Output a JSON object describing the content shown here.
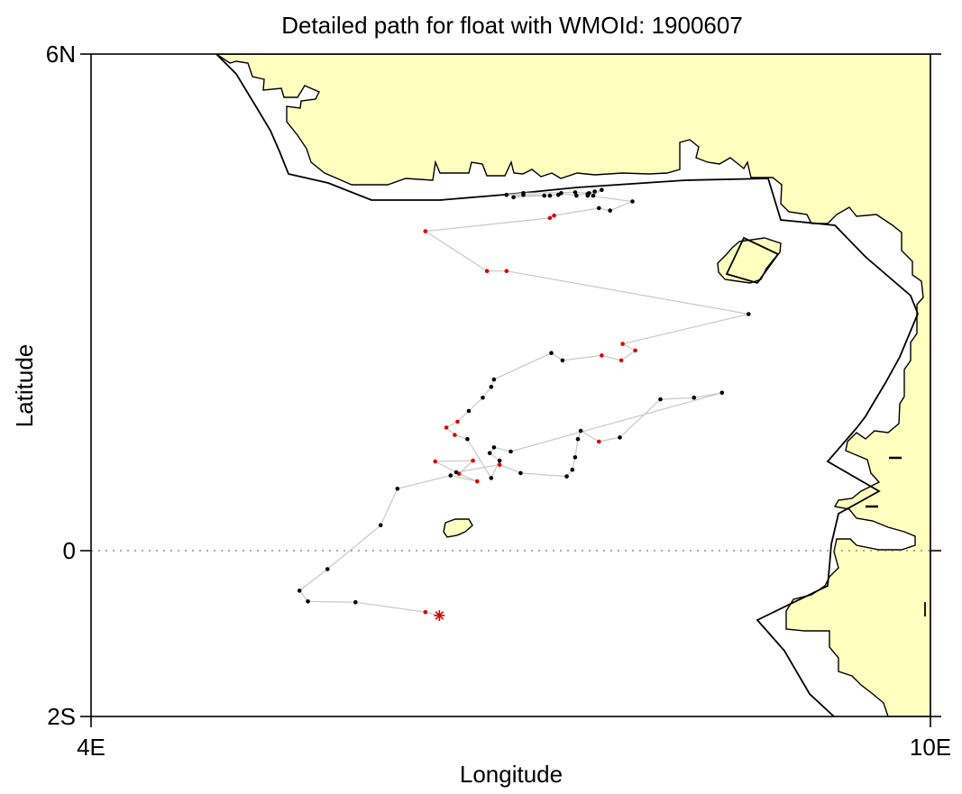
{
  "chart_data": {
    "type": "scatter",
    "title": "Detailed path for float with WMOId: 1900607",
    "xlabel": "Longitude",
    "ylabel": "Latitude",
    "xlim": [
      4,
      10
    ],
    "ylim": [
      -2,
      6
    ],
    "xticks": [
      {
        "value": 4,
        "label": "4E"
      },
      {
        "value": 10,
        "label": "10E"
      }
    ],
    "yticks": [
      {
        "value": 6,
        "label": "6N"
      },
      {
        "value": 0,
        "label": "0"
      },
      {
        "value": -2,
        "label": "2S"
      }
    ],
    "equator_line": true,
    "colors": {
      "land": "#ffffc0",
      "track": "#c8c8c8",
      "point_a": "#000000",
      "point_b": "#dd0000",
      "coast": "#000000",
      "equator": "#777777"
    },
    "track": [
      {
        "lon": 6.49,
        "lat": -0.78,
        "c": "red",
        "last": true
      },
      {
        "lon": 6.39,
        "lat": -0.74,
        "c": "red"
      },
      {
        "lon": 5.89,
        "lat": -0.62,
        "c": "black"
      },
      {
        "lon": 5.55,
        "lat": -0.61,
        "c": "black"
      },
      {
        "lon": 5.49,
        "lat": -0.48,
        "c": "black"
      },
      {
        "lon": 5.69,
        "lat": -0.22,
        "c": "black"
      },
      {
        "lon": 6.07,
        "lat": 0.31,
        "c": "black"
      },
      {
        "lon": 6.19,
        "lat": 0.75,
        "c": "black"
      },
      {
        "lon": 6.57,
        "lat": 0.91,
        "c": "black"
      },
      {
        "lon": 6.76,
        "lat": 0.84,
        "c": "red"
      },
      {
        "lon": 6.63,
        "lat": 0.93,
        "c": "red"
      },
      {
        "lon": 6.73,
        "lat": 1.09,
        "c": "red"
      },
      {
        "lon": 6.46,
        "lat": 1.08,
        "c": "red"
      },
      {
        "lon": 6.61,
        "lat": 0.95,
        "c": "black"
      },
      {
        "lon": 6.92,
        "lat": 1.04,
        "c": "red"
      },
      {
        "lon": 7.07,
        "lat": 0.94,
        "c": "black"
      },
      {
        "lon": 7.4,
        "lat": 0.9,
        "c": "black"
      },
      {
        "lon": 7.44,
        "lat": 0.98,
        "c": "black"
      },
      {
        "lon": 7.46,
        "lat": 1.13,
        "c": "black"
      },
      {
        "lon": 7.48,
        "lat": 1.35,
        "c": "black"
      },
      {
        "lon": 7.5,
        "lat": 1.45,
        "c": "black"
      },
      {
        "lon": 7.63,
        "lat": 1.32,
        "c": "red"
      },
      {
        "lon": 7.78,
        "lat": 1.37,
        "c": "black"
      },
      {
        "lon": 8.07,
        "lat": 1.83,
        "c": "black"
      },
      {
        "lon": 8.31,
        "lat": 1.85,
        "c": "black"
      },
      {
        "lon": 8.51,
        "lat": 1.91,
        "c": "black"
      },
      {
        "lon": 7.0,
        "lat": 1.2,
        "c": "black"
      },
      {
        "lon": 6.88,
        "lat": 1.25,
        "c": "black"
      },
      {
        "lon": 6.85,
        "lat": 1.18,
        "c": "black"
      },
      {
        "lon": 6.92,
        "lat": 1.09,
        "c": "black"
      },
      {
        "lon": 6.86,
        "lat": 0.88,
        "c": "black"
      },
      {
        "lon": 6.69,
        "lat": 1.35,
        "c": "black"
      },
      {
        "lon": 6.6,
        "lat": 1.4,
        "c": "red"
      },
      {
        "lon": 6.54,
        "lat": 1.49,
        "c": "red"
      },
      {
        "lon": 6.62,
        "lat": 1.56,
        "c": "red"
      },
      {
        "lon": 6.7,
        "lat": 1.69,
        "c": "black"
      },
      {
        "lon": 6.8,
        "lat": 1.85,
        "c": "black"
      },
      {
        "lon": 6.86,
        "lat": 1.98,
        "c": "black"
      },
      {
        "lon": 6.88,
        "lat": 2.07,
        "c": "black"
      },
      {
        "lon": 7.29,
        "lat": 2.39,
        "c": "black"
      },
      {
        "lon": 7.37,
        "lat": 2.3,
        "c": "black"
      },
      {
        "lon": 7.65,
        "lat": 2.36,
        "c": "red"
      },
      {
        "lon": 7.79,
        "lat": 2.3,
        "c": "red"
      },
      {
        "lon": 7.89,
        "lat": 2.42,
        "c": "red"
      },
      {
        "lon": 7.8,
        "lat": 2.5,
        "c": "red"
      },
      {
        "lon": 8.7,
        "lat": 2.86,
        "c": "black"
      },
      {
        "lon": 6.97,
        "lat": 3.38,
        "c": "red"
      },
      {
        "lon": 6.83,
        "lat": 3.38,
        "c": "red"
      },
      {
        "lon": 6.39,
        "lat": 3.86,
        "c": "red"
      },
      {
        "lon": 7.28,
        "lat": 4.02,
        "c": "red"
      },
      {
        "lon": 7.31,
        "lat": 4.05,
        "c": "red"
      },
      {
        "lon": 7.63,
        "lat": 4.14,
        "c": "black"
      },
      {
        "lon": 7.71,
        "lat": 4.11,
        "c": "black"
      },
      {
        "lon": 7.87,
        "lat": 4.22,
        "c": "black"
      },
      {
        "lon": 7.55,
        "lat": 4.29,
        "c": "black"
      },
      {
        "lon": 7.55,
        "lat": 4.31,
        "c": "black"
      },
      {
        "lon": 7.6,
        "lat": 4.34,
        "c": "black"
      },
      {
        "lon": 7.47,
        "lat": 4.29,
        "c": "black"
      },
      {
        "lon": 7.36,
        "lat": 4.32,
        "c": "black"
      },
      {
        "lon": 7.28,
        "lat": 4.29,
        "c": "black"
      },
      {
        "lon": 7.34,
        "lat": 4.3,
        "c": "black"
      },
      {
        "lon": 7.09,
        "lat": 4.3,
        "c": "black"
      },
      {
        "lon": 7.02,
        "lat": 4.27,
        "c": "black"
      },
      {
        "lon": 7.24,
        "lat": 4.29,
        "c": "black"
      },
      {
        "lon": 6.97,
        "lat": 4.3,
        "c": "black"
      },
      {
        "lon": 7.09,
        "lat": 4.32,
        "c": "black"
      },
      {
        "lon": 7.46,
        "lat": 4.33,
        "c": "black"
      },
      {
        "lon": 7.56,
        "lat": 4.32,
        "c": "black"
      },
      {
        "lon": 7.65,
        "lat": 4.36,
        "c": "black"
      },
      {
        "lon": 7.59,
        "lat": 4.29,
        "c": "black"
      }
    ]
  }
}
